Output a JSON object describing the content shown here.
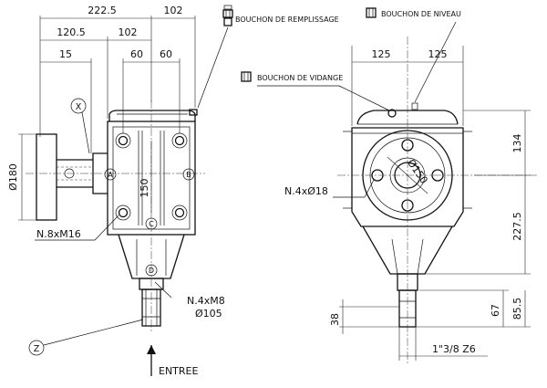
{
  "front_view": {
    "dims": {
      "d_222_5": "222.5",
      "d_102_top": "102",
      "d_120_5": "120.5",
      "d_102_mid": "102",
      "d_15": "15",
      "d_60_a": "60",
      "d_60_b": "60",
      "d_150": "150",
      "d_180": "Ø180"
    },
    "callouts": {
      "n8_m16": "N.8xM16",
      "n4_m8": "N.4xM8",
      "d105": "Ø105",
      "entree": "ENTREE"
    },
    "markers": {
      "x": "X",
      "z": "Z",
      "a": "A",
      "b": "B",
      "c": "C",
      "d": "D"
    }
  },
  "side_view": {
    "dims": {
      "d_125_a": "125",
      "d_125_b": "125",
      "d_134": "134",
      "d_227_5": "227.5",
      "d_85_5": "85.5",
      "d_67": "67",
      "d_38": "38",
      "d_150_circle": "Ø150",
      "n4_18": "N.4xØ18",
      "spline": "1\"3/8  Z6"
    }
  },
  "legend": {
    "remplissage": "BOUCHON DE REMPLISSAGE",
    "niveau": "BOUCHON DE NIVEAU",
    "vidange": "BOUCHON DE VIDANGE"
  }
}
